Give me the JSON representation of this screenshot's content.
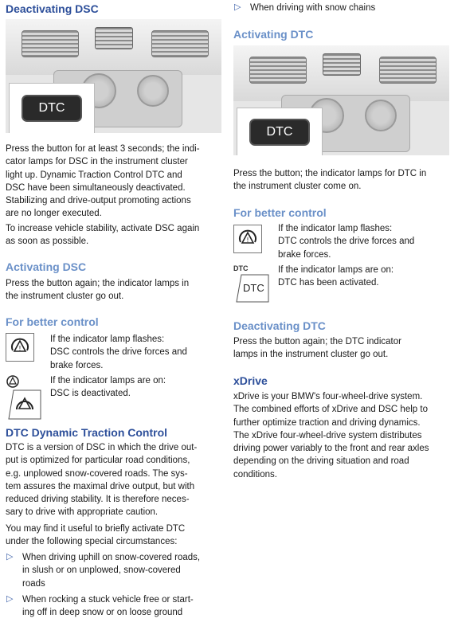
{
  "left": {
    "deact_dsc_title": "Deactivating DSC",
    "photo_btn_label": "DTC",
    "deact_dsc_para": [
      "Press the button for at least 3 seconds; the indi-",
      "cator lamps for DSC in the instrument cluster",
      "light up. Dynamic Traction Control DTC and",
      "DSC have been simultaneously deactivated.",
      "Stabilizing and drive-output promoting actions",
      "are no longer executed."
    ],
    "stability_para": [
      "To increase vehicle stability, activate DSC again",
      "as soon as possible."
    ],
    "act_dsc_title": "Activating DSC",
    "act_dsc_para": [
      "Press the button again; the indicator lamps in",
      "the instrument cluster go out."
    ],
    "better_control_title": "For better control",
    "flash_text": [
      "If the indicator lamp flashes:",
      "DSC controls the drive forces and",
      "brake forces."
    ],
    "on_text": [
      "If the indicator lamps are on:",
      "DSC is deactivated."
    ],
    "dtc_title": "DTC Dynamic Traction Control",
    "dtc_para": [
      "DTC is a version of DSC in which the drive out-",
      "put is optimized for particular road conditions,",
      "e.g. unplowed snow-covered roads. The sys-",
      "tem assures the maximal drive output, but with",
      "reduced driving stability. It is therefore neces-",
      "sary to drive with appropriate caution."
    ],
    "useful_para": [
      "You may find it useful to briefly activate DTC",
      "under the following special circumstances:"
    ],
    "bullets": [
      [
        "When driving uphill on snow-covered roads,",
        "in slush or on unplowed, snow-covered",
        "roads"
      ],
      [
        "When rocking a stuck vehicle free or start-",
        "ing off in deep snow or on loose ground"
      ]
    ]
  },
  "right": {
    "bullet_snow": "When driving with snow chains",
    "act_dtc_title": "Activating DTC",
    "photo_btn_label": "DTC",
    "act_dtc_para": [
      "Press the button; the indicator lamps for DTC in",
      "the instrument cluster come on."
    ],
    "better_control_title": "For better control",
    "flash_text": [
      "If the indicator lamp flashes:",
      "DTC controls the drive forces and",
      "brake forces."
    ],
    "on_text": [
      "If the indicator lamps are on:",
      "DTC has been activated."
    ],
    "small_dtc_label": "DTC",
    "boxed_dtc_label": "DTC",
    "deact_dtc_title": "Deactivating DTC",
    "deact_dtc_para": [
      "Press the button again; the DTC indicator",
      "lamps in the instrument cluster go out."
    ],
    "xdrive_title": "xDrive",
    "xdrive_para": [
      "xDrive is your BMW's four-wheel-drive system.",
      "The combined efforts of xDrive and DSC help to",
      "further optimize traction and driving dynamics.",
      "The xDrive four-wheel-drive system distributes",
      "driving power variably to the front and rear axles",
      "depending on the driving situation and road",
      "conditions."
    ]
  },
  "colors": {
    "heading_light": "#6a90c8",
    "heading_dark": "#2d4f9a",
    "bullet": "#3a5fa8"
  }
}
